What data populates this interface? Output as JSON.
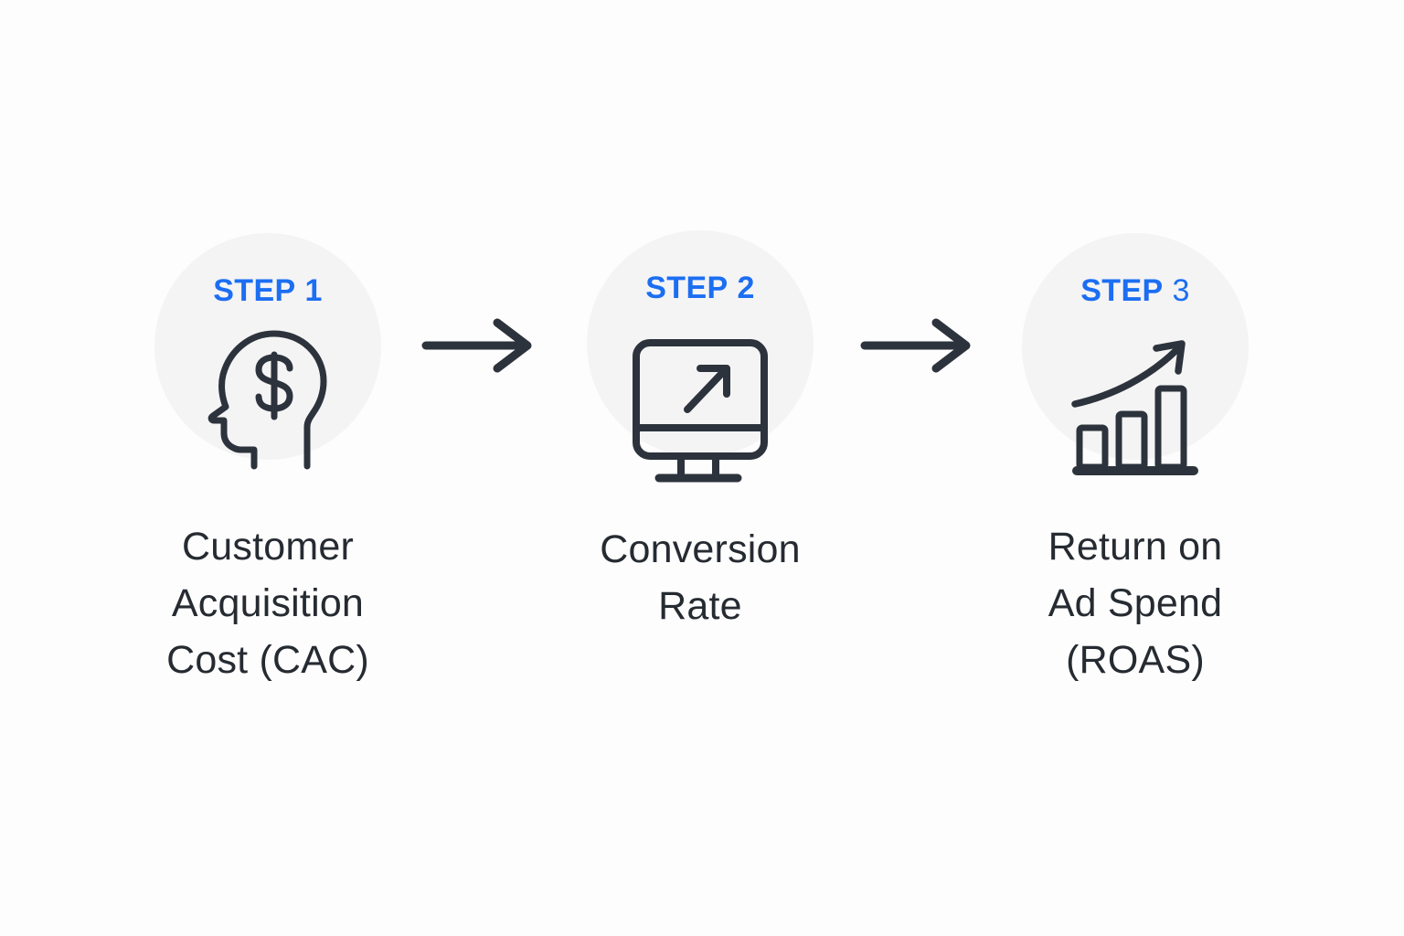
{
  "colors": {
    "accent_blue": "#1c6ef2",
    "icon_ink": "#2d333c",
    "text": "#262b32",
    "circle_bg": "#f4f4f5",
    "background": "#fdfdfd"
  },
  "steps": [
    {
      "label_prefix": "STEP",
      "label_number": "1",
      "icon": "head-dollar-icon",
      "caption": "Customer Acquisition Cost (CAC)",
      "caption_lines": [
        "Customer",
        "Acquisition",
        "Cost (CAC)"
      ]
    },
    {
      "label_prefix": "STEP",
      "label_number": "2",
      "icon": "monitor-up-arrow-icon",
      "caption": "Conversion Rate",
      "caption_lines": [
        "Conversion",
        "Rate"
      ]
    },
    {
      "label_prefix": "STEP",
      "label_number": "3",
      "icon": "bar-chart-growth-icon",
      "caption": "Return on Ad Spend (ROAS)",
      "caption_lines": [
        "Return on",
        "Ad Spend",
        "(ROAS)"
      ]
    }
  ],
  "connectors": [
    {
      "type": "arrow-right"
    },
    {
      "type": "arrow-right"
    }
  ]
}
